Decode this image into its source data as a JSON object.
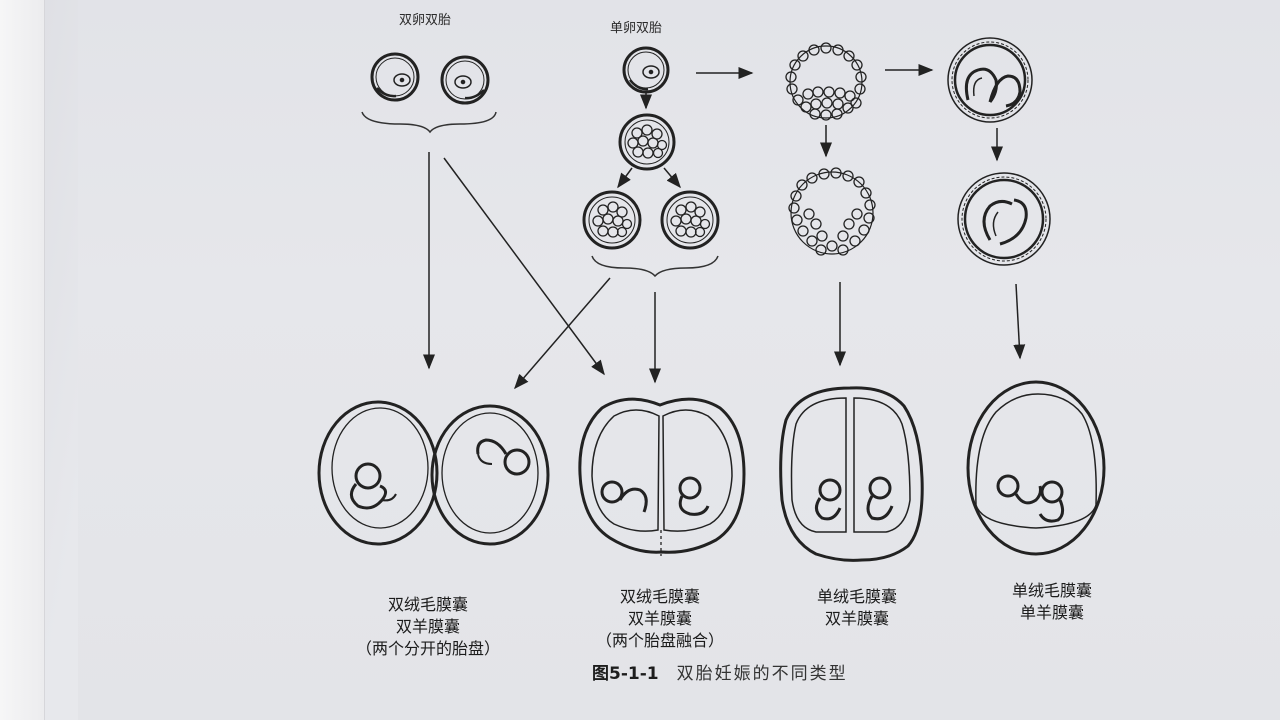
{
  "labels": {
    "dizygotic": "双卵双胎",
    "monozygotic": "单卵双胎"
  },
  "outcomes": [
    {
      "line1": "双绒毛膜囊",
      "line2": "双羊膜囊",
      "line3": "（两个分开的胎盘）"
    },
    {
      "line1": "双绒毛膜囊",
      "line2": "双羊膜囊",
      "line3": "（两个胎盘融合）"
    },
    {
      "line1": "单绒毛膜囊",
      "line2": "双羊膜囊"
    },
    {
      "line1": "单绒毛膜囊",
      "line2": "单羊膜囊"
    }
  ],
  "caption": {
    "figure_number": "图5-1-1",
    "title": "双胎妊娠的不同类型"
  }
}
